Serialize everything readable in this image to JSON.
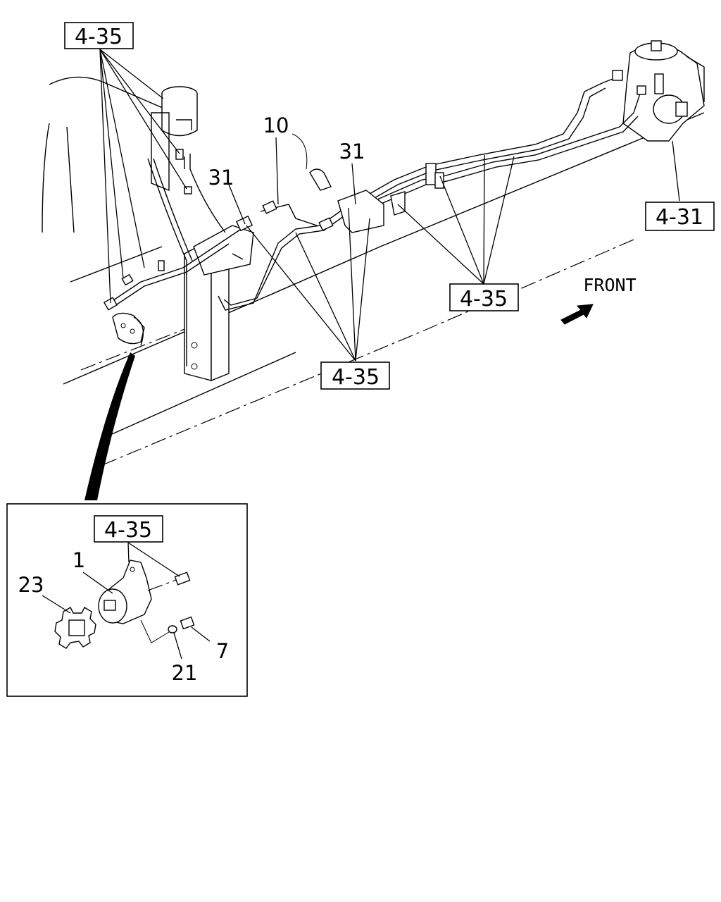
{
  "labels": {
    "ref_4_35": "4-35",
    "ref_4_31": "4-31",
    "part_1": "1",
    "part_7": "7",
    "part_10": "10",
    "part_21": "21",
    "part_23": "23",
    "part_31": "31",
    "front": "FRONT"
  },
  "icons": {
    "direction_arrow": "front-arrow-icon"
  }
}
